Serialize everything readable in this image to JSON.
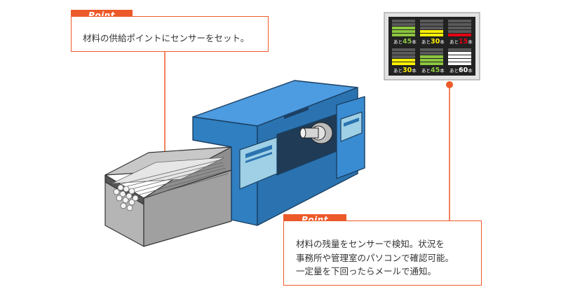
{
  "point_tag": "Point",
  "callouts": [
    {
      "lines": [
        "材料の供給ポイントにセンサーをセット。"
      ]
    },
    {
      "lines": [
        "材料の残量をセンサーで検知。状況を",
        "事務所や管理室のパソコンで確認可能。",
        "一定量を下回ったらメールで通知。"
      ]
    }
  ],
  "monitor": {
    "gauges": [
      {
        "prefix": "あと",
        "value": "45",
        "suffix": "本",
        "fill_color": "#8cc63f",
        "num_color": "#8cc63f",
        "level": 0.6
      },
      {
        "prefix": "あと",
        "value": "30",
        "suffix": "本",
        "fill_color": "#fff100",
        "num_color": "#fff100",
        "level": 0.4
      },
      {
        "prefix": "あと",
        "value": "15",
        "suffix": "本",
        "fill_color": "#e60012",
        "num_color": "#e60012",
        "level": 0.2
      },
      {
        "prefix": "あと",
        "value": "30",
        "suffix": "本",
        "fill_color": "#fff100",
        "num_color": "#fff100",
        "level": 0.4
      },
      {
        "prefix": "あと",
        "value": "45",
        "suffix": "本",
        "fill_color": "#8cc63f",
        "num_color": "#8cc63f",
        "level": 0.6
      },
      {
        "prefix": "あと",
        "value": "60",
        "suffix": "本",
        "fill_color": "#ffffff",
        "num_color": "#ffffff",
        "level": 0.8
      }
    ]
  },
  "colors": {
    "accent": "#ed5a2a",
    "machine_blue": "#2f7fc1",
    "hopper_gray": "#a9a9a9"
  }
}
